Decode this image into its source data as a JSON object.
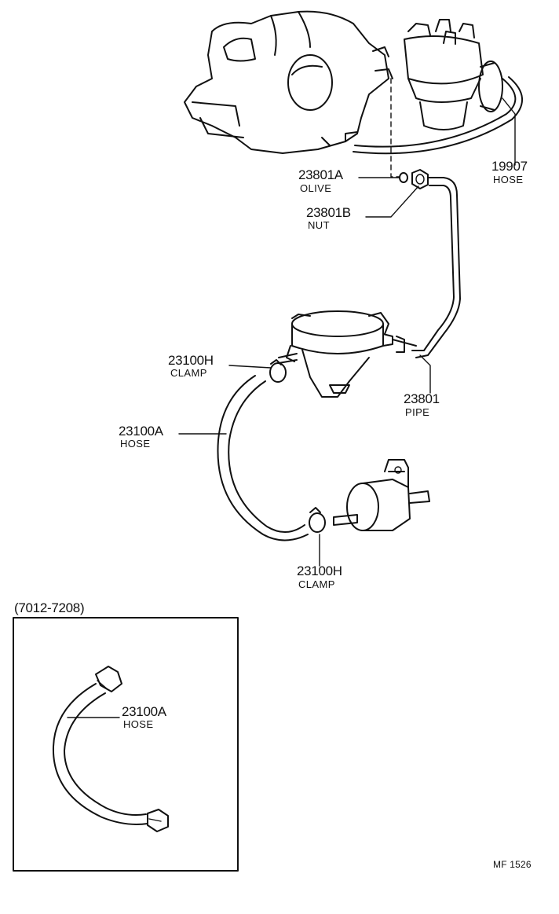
{
  "diagram": {
    "callouts": [
      {
        "id": "olive",
        "part_number": "23801A",
        "part_name": "OLIVE"
      },
      {
        "id": "nut",
        "part_number": "23801B",
        "part_name": "NUT"
      },
      {
        "id": "hose-top",
        "part_number": "19907",
        "part_name": "HOSE"
      },
      {
        "id": "clamp-upper",
        "part_number": "23100H",
        "part_name": "CLAMP"
      },
      {
        "id": "pipe",
        "part_number": "23801",
        "part_name": "PIPE"
      },
      {
        "id": "hose-main",
        "part_number": "23100A",
        "part_name": "HOSE"
      },
      {
        "id": "clamp-lower",
        "part_number": "23100H",
        "part_name": "CLAMP"
      }
    ],
    "inset": {
      "label": "(7012-7208)",
      "callout": {
        "part_number": "23100A",
        "part_name": "HOSE"
      }
    },
    "reference_code": "MF 1526"
  }
}
